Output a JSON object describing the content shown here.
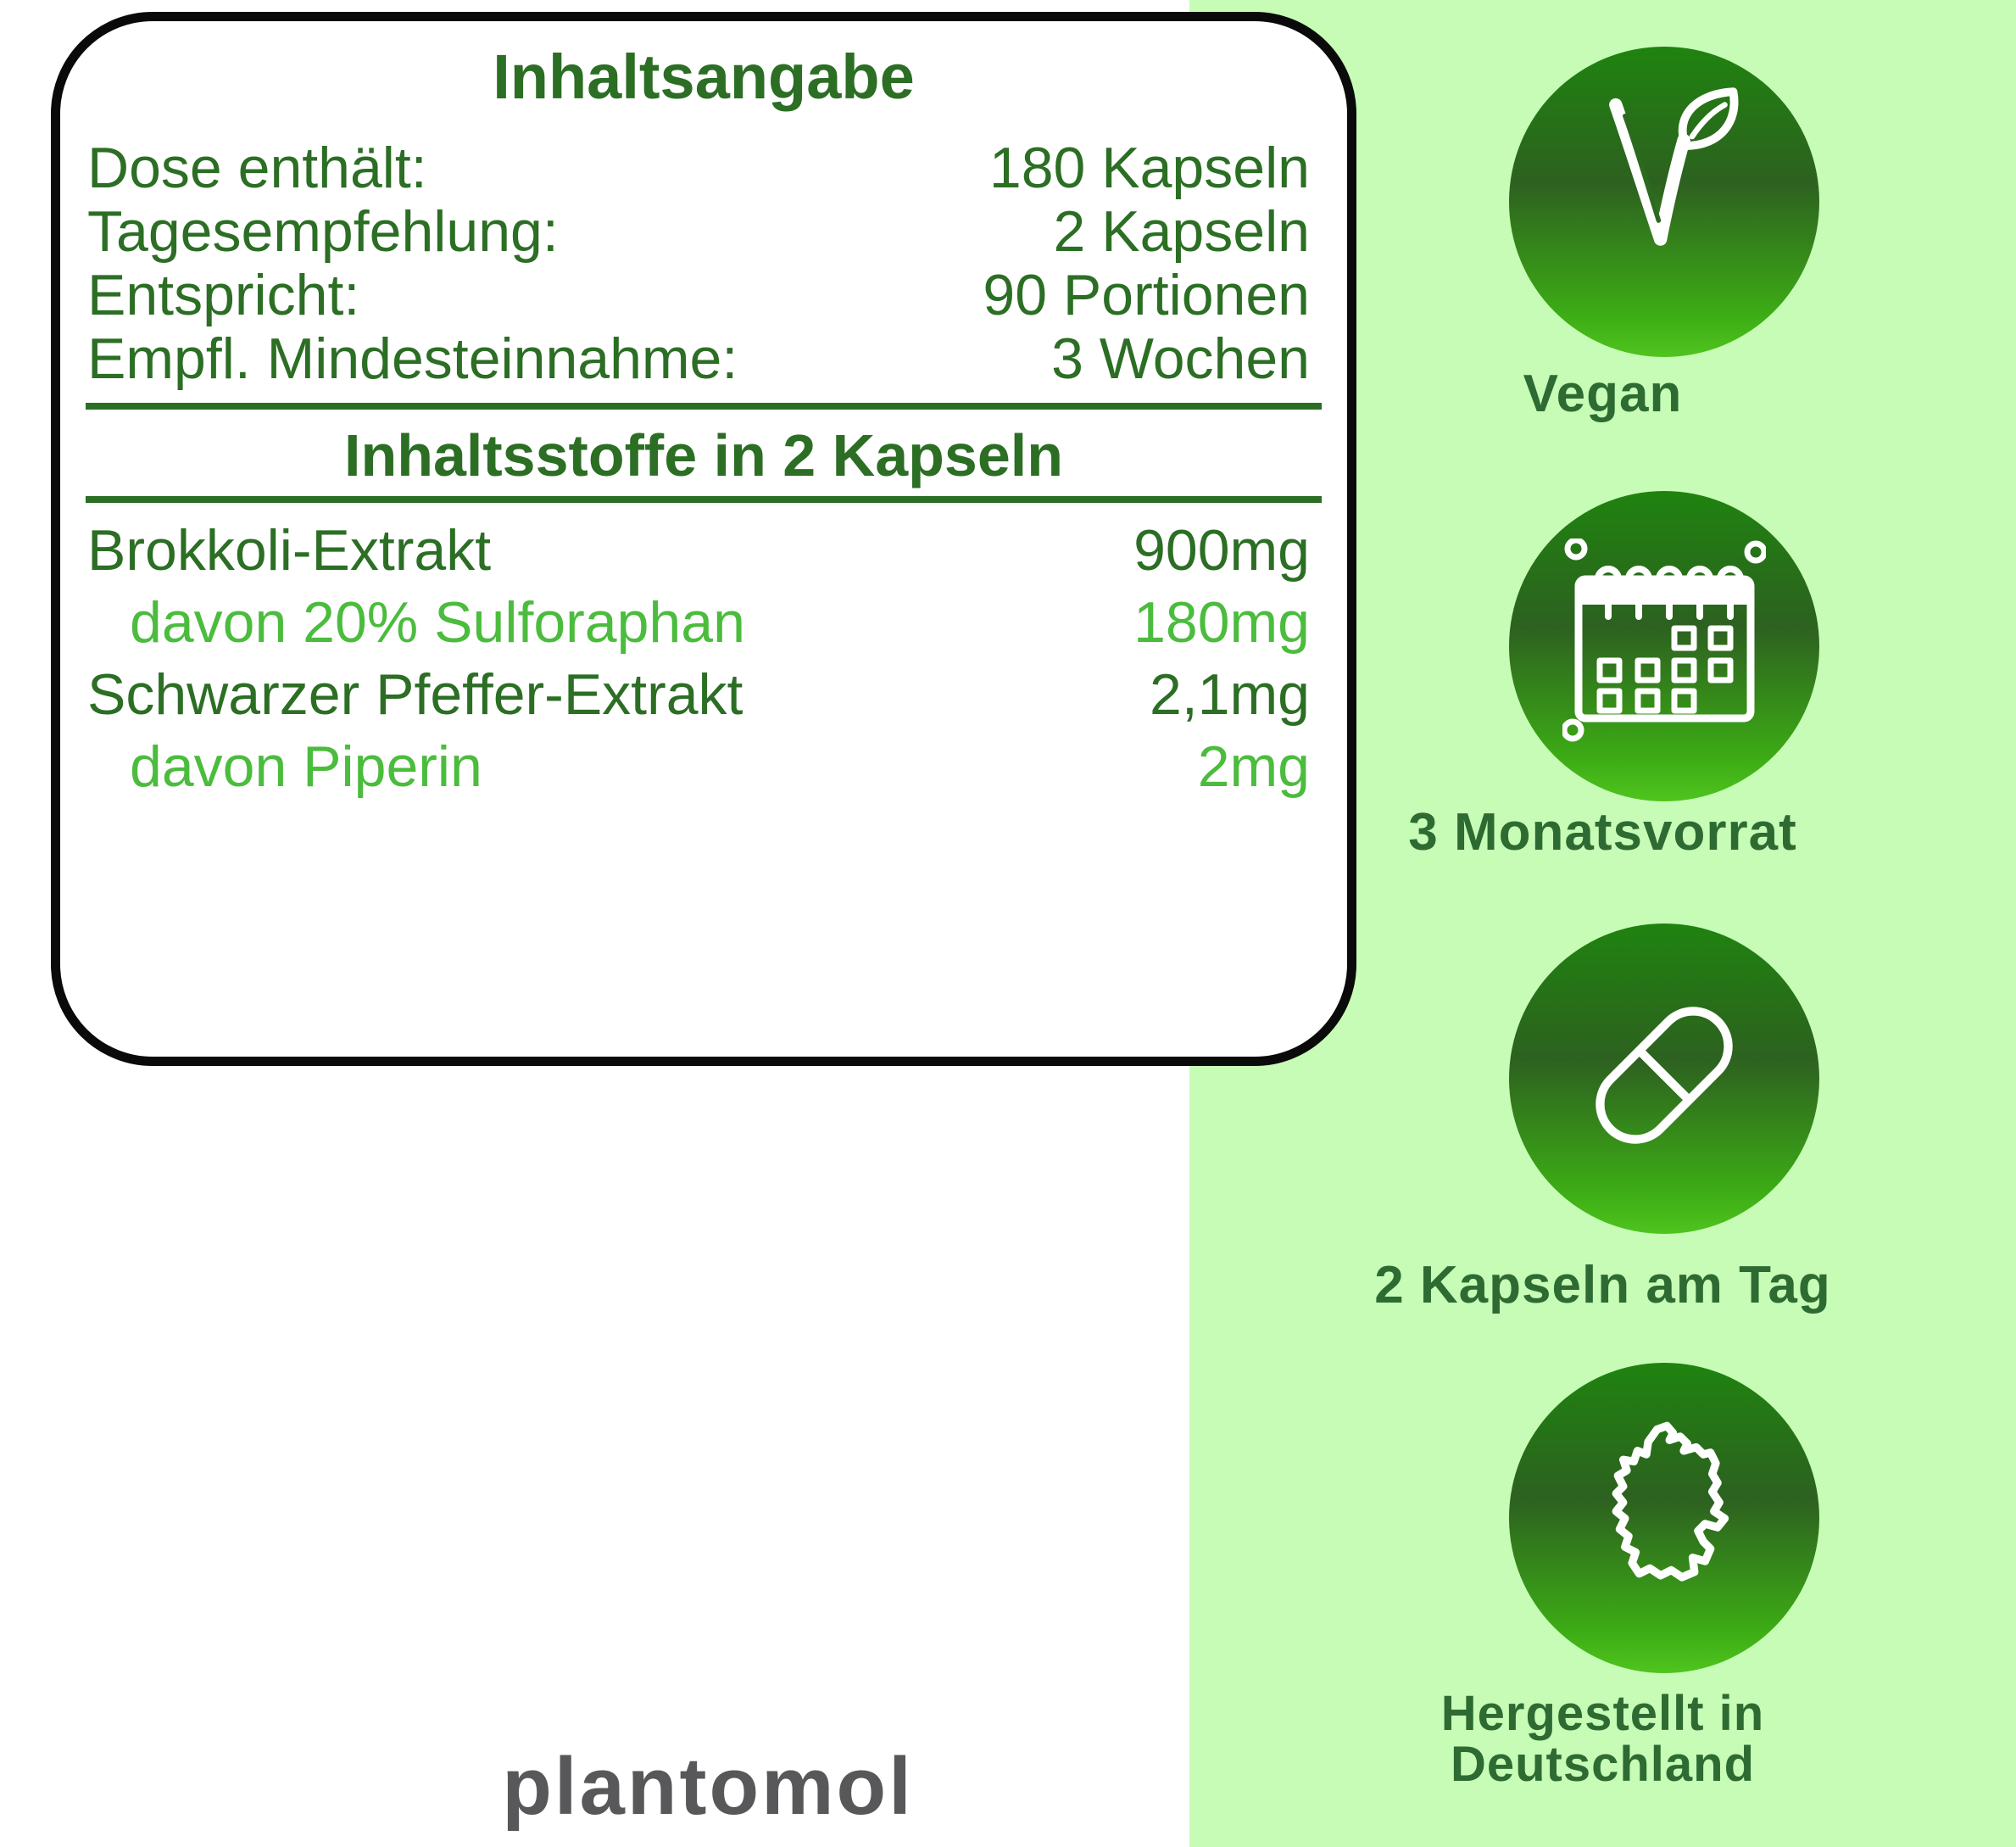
{
  "info_box": {
    "title": "Inhaltsangabe",
    "summary_rows": [
      {
        "label": "Dose enthält:",
        "value": "180 Kapseln"
      },
      {
        "label": "Tagesempfehlung:",
        "value": "2 Kapseln"
      },
      {
        "label": "Entspricht:",
        "value": "90 Portionen"
      },
      {
        "label": "Empfl. Mindesteinnahme:",
        "value": "3 Wochen"
      }
    ],
    "section_title": "Inhaltsstoffe in 2 Kapseln",
    "ingredient_rows": [
      {
        "label": "Brokkoli-Extrakt",
        "value": "900mg",
        "emphasis": "dark"
      },
      {
        "label": "davon 20% Sulforaphan",
        "value": "180mg",
        "emphasis": "bright"
      },
      {
        "label": "Schwarzer Pfeffer-Extrakt",
        "value": "2,1mg",
        "emphasis": "dark"
      },
      {
        "label": "davon Piperin",
        "value": "2mg",
        "emphasis": "bright"
      }
    ]
  },
  "badges": [
    {
      "icon": "vegan-v-leaf-icon",
      "label": "Vegan"
    },
    {
      "icon": "calendar-icon",
      "label": "3 Monatsvorrat"
    },
    {
      "icon": "capsule-icon",
      "label": "2 Kapseln am Tag"
    },
    {
      "icon": "germany-map-icon",
      "label_lines": [
        "Hergestellt in",
        "Deutschland"
      ]
    }
  ],
  "logo": {
    "text": "plantomol"
  },
  "colors": {
    "dark_green_text": "#2b6e24",
    "bright_green_text": "#4bbc3d",
    "caption_green": "#2e6b32",
    "panel_light_green": "#c7fcb6",
    "badge_gradient_top": "#1f830f",
    "badge_gradient_mid": "#2d6120",
    "badge_gradient_bottom": "#4fc41e",
    "logo_gray": "#58585b",
    "box_border": "#0a0a0a"
  }
}
